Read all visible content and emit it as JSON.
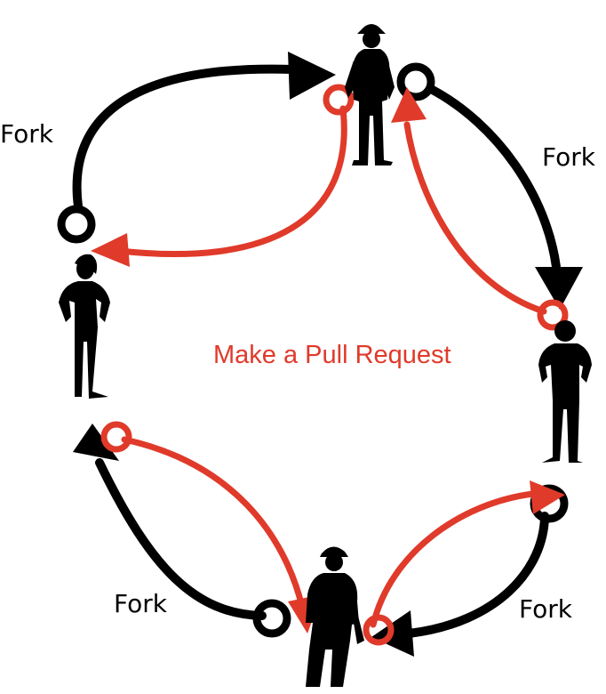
{
  "diagram": {
    "center_label": "Make a Pull Request",
    "fork_labels": [
      "Fork",
      "Fork",
      "Fork",
      "Fork"
    ],
    "colors": {
      "fork_arrow": "#000000",
      "pull_request_arrow": "#e03a2a",
      "person": "#000000",
      "background": "#ffffff"
    },
    "people": [
      {
        "name": "person-top",
        "role": "worker-with-hard-hat"
      },
      {
        "name": "person-left",
        "role": "woman"
      },
      {
        "name": "person-right",
        "role": "man"
      },
      {
        "name": "person-bottom",
        "role": "worker-with-hard-hat"
      }
    ]
  }
}
